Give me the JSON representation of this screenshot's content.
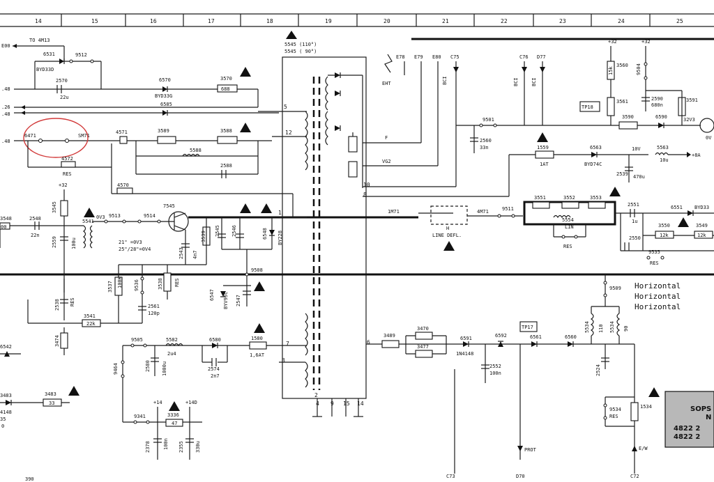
{
  "grid": {
    "columns": [
      "14",
      "15",
      "16",
      "17",
      "18",
      "19",
      "20",
      "21",
      "22",
      "23",
      "24",
      "25"
    ]
  },
  "transformer": {
    "ref": "5545",
    "variant_110": "5545 (110°)",
    "variant_90": "5545 ( 90°)",
    "pins": [
      "5",
      "12",
      "10",
      "8",
      "7",
      "3",
      "1",
      "2",
      "4",
      "9",
      "15",
      "14",
      "6"
    ]
  },
  "signals": {
    "to_4m13": "TO 4M13",
    "e00": "E00",
    "ht": "EHT",
    "f": "F",
    "vg2": "VG2",
    "e78": "E78",
    "e79": "E79",
    "e80": "E80",
    "c75": "C75",
    "c76": "C76",
    "d77": "D77",
    "bci_a": "BCI",
    "bci_b": "BCI",
    "sm71": "SM71",
    "m71": "1M71",
    "m71b": "4M71",
    "line_defl": "LINE DEFL.",
    "h": "H",
    "lin": "LIN",
    "res": "RES",
    "prot": "PROT",
    "ew": "E/W",
    "c73": "C73",
    "d70": "D70",
    "c72": "C72",
    "tp18": "TP18",
    "tp17": "TP17",
    "plus8a": "+8A",
    "v10": "10V",
    "v32": "+32",
    "v14": "+14",
    "v14d": "+14D",
    "v0v3": "0V3",
    "v32v3": "32V3",
    "ov": "0V",
    "deg21": "21\"  =0V3",
    "deg25": "25\"/28\"=0V4",
    "horizontal": [
      "Horizontal",
      "Horizontal",
      "Horizontal"
    ],
    "sops": "SOPS",
    "sops_n": "N",
    "code1": "4822 2",
    "code2": "4822 2"
  },
  "components": {
    "d6531": "6531",
    "byd33d": "BYD33D",
    "n9512": "9512",
    "n2570": "2570",
    "c22u": "22u",
    "d6570": "6570",
    "byd33g": "BYD33G",
    "r3570": "3570",
    "v688": "688",
    "d6585": "6585",
    "n6471": "6471",
    "n4571": "4571",
    "r3589": "3589",
    "r3588": "3588",
    "r5588": "5588",
    "c2588": "2588",
    "n4572": "4572",
    "n4570": "4570",
    "r3545": "3545",
    "n5541": "5541",
    "c2548": "2548",
    "c22n": "22n",
    "c2559": "2559",
    "c100u": "100u",
    "n9513": "9513",
    "n9514": "9514",
    "q7545": "7545",
    "c2543": "2543",
    "c4n7": "4n7",
    "r3539": "3539",
    "c2545": "2545",
    "c2546": "2546",
    "d6548": "6548",
    "by228": "BY228",
    "r3537": "3537",
    "v100k": "100K",
    "n9536": "9536",
    "r3538": "3538",
    "c2561": "2561",
    "c120p": "120p",
    "n9508": "9508",
    "d6547": "6547",
    "byv95c": "BYV95C",
    "c2547": "2547",
    "c2538": "2538",
    "r3541": "3541",
    "v22k": "22k",
    "r3474": "3474",
    "n9505": "9505",
    "n5582": "5582",
    "c2u4": "2u4",
    "d6580": "6580",
    "f1580": "1580",
    "f1a6t": "1,6AT",
    "c2574": "2574",
    "c2n7": "2n7",
    "c2580": "2580",
    "c1000u": "1000u",
    "n9464": "9464",
    "n9341": "9341",
    "r3336": "3336",
    "v47": "47",
    "c2378": "2378",
    "c100n": "100n",
    "c2355": "2355",
    "c330u": "330u",
    "d6542": "6542",
    "r3483": "3483",
    "v33": "33",
    "d4148": "4148",
    "n9511": "9511",
    "r3551": "3551",
    "r3552": "3552",
    "r3553": "3553",
    "n5554": "5554",
    "c2551": "2551",
    "c1u": "1u",
    "d6551": "6551",
    "byd33": "BYD33",
    "r3550": "3550",
    "v12k": "12k",
    "r3549": "3549",
    "v12kb": "12k",
    "c2550": "2550",
    "n9535": "9535",
    "n9501": "9501",
    "c2560": "2560",
    "c33n": "33n",
    "f1559": "1559",
    "f1at": "1AT",
    "d6563": "6563",
    "byd74c": "BYD74C",
    "c2539": "2539",
    "c470u": "470u",
    "n5563": "5563",
    "c10u": "10u",
    "r3560": "3560",
    "v15k": "15k",
    "n9504": "9504",
    "r3561": "3561",
    "c2590": "2590",
    "c680n": "680n",
    "r3591": "3591",
    "r3590": "3590",
    "d6590": "6590",
    "r3489": "3489",
    "r3470": "3470",
    "r3477": "3477",
    "d6591": "6591",
    "d1n4148": "1N4148",
    "d6592": "6592",
    "d6561": "6561",
    "d6560": "6560",
    "c2552": "2552",
    "c100nb": "100n",
    "n9509": "9509",
    "l5534": "5534",
    "v110": "110",
    "l5534b": "5534",
    "v90": "90",
    "c2524": "2524",
    "n9534": "9534",
    "f1534": "1534",
    "r3548": "3548",
    "v00": "00",
    "res2": "RES",
    "res3": "RES",
    "res4": "RES",
    "res5": "RES",
    "res6": "RES",
    "res7": "RES",
    "res8": "RES",
    "v390": "390",
    "v2": "2",
    "v4148b": "4148",
    "v35": "35",
    "v0": "0",
    "v3483b": "3483"
  },
  "colors": {
    "ink": "#111111",
    "paper": "#ffffff",
    "highlight": "#d23a3a",
    "sops_fill": "#b8b8b8"
  }
}
